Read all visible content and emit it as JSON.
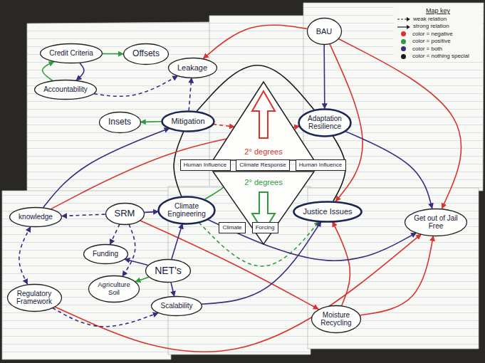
{
  "diagram": {
    "nodes": [
      {
        "text": [
          "Credit Criteria"
        ]
      },
      {
        "text": [
          "Offsets"
        ]
      },
      {
        "text": [
          "Accountability"
        ]
      },
      {
        "text": [
          "Leakage"
        ]
      },
      {
        "text": [
          "BAU"
        ]
      },
      {
        "text": [
          "Insets"
        ]
      },
      {
        "text": [
          "Mitigation"
        ]
      },
      {
        "text": [
          "2° degrees"
        ]
      },
      {
        "text": [
          "Adaptation Resilience"
        ]
      },
      {
        "text": [
          "Human Influence"
        ]
      },
      {
        "text": [
          "Climate Response"
        ]
      },
      {
        "text": [
          "Human Influence"
        ]
      },
      {
        "text": [
          "2° degrees"
        ]
      },
      {
        "text": [
          "Climate Engineering"
        ]
      },
      {
        "text": [
          "Justice Issues"
        ]
      },
      {
        "text": [
          "Climate"
        ]
      },
      {
        "text": [
          "Forcing"
        ]
      },
      {
        "text": [
          "Get out of Jail Free"
        ]
      },
      {
        "text": [
          "knowledge"
        ]
      },
      {
        "text": [
          "SRM"
        ]
      },
      {
        "text": [
          "Funding"
        ]
      },
      {
        "text": [
          "NET's"
        ]
      },
      {
        "text": [
          "Regulatory Framework"
        ]
      },
      {
        "text": [
          "Agriculture Soil"
        ]
      },
      {
        "text": [
          "Scalability"
        ]
      },
      {
        "text": [
          "Moisture Recycling"
        ]
      }
    ],
    "edges": [
      {
        "from": 0,
        "to": 1,
        "arrow": "to"
      },
      {
        "from": 2,
        "to": 0,
        "arrow": "to"
      },
      {
        "from": 0,
        "to": 2,
        "arrow": "to"
      },
      {
        "from": 2,
        "to": 3,
        "arrow": "to"
      },
      {
        "from": 4,
        "to": 3,
        "arrow": "to"
      },
      {
        "from": 4,
        "to": 8,
        "arrow": "to"
      },
      {
        "from": 4,
        "to": 17,
        "arrow": "to"
      },
      {
        "from": 4,
        "to": 14,
        "arrow": "to"
      },
      {
        "from": 6,
        "to": 5,
        "arrow": "to"
      },
      {
        "from": 6,
        "to": 3,
        "arrow": "to"
      },
      {
        "from": 6,
        "to": 7,
        "arrow": "to"
      },
      {
        "from": 6,
        "to": 8,
        "arrow": "none"
      },
      {
        "from": 6,
        "to": 13,
        "arrow": "none"
      },
      {
        "from": 8,
        "to": 14,
        "arrow": "none"
      },
      {
        "from": 13,
        "to": 14,
        "arrow": "to"
      },
      {
        "from": 13,
        "to": 12,
        "arrow": "to"
      },
      {
        "from": 18,
        "to": 8,
        "arrow": "to"
      },
      {
        "from": 22,
        "to": 17,
        "arrow": "to"
      },
      {
        "from": 18,
        "to": 22,
        "arrow": "both"
      },
      {
        "from": 19,
        "to": 18,
        "arrow": "to"
      },
      {
        "from": 19,
        "to": 20,
        "arrow": "to"
      },
      {
        "from": 19,
        "to": 23,
        "arrow": "to"
      },
      {
        "from": 21,
        "to": 20,
        "arrow": "to"
      },
      {
        "from": 21,
        "to": 23,
        "arrow": "to"
      },
      {
        "from": 21,
        "to": 24,
        "arrow": "to"
      },
      {
        "from": 22,
        "to": 24,
        "arrow": "to"
      },
      {
        "from": 19,
        "to": 25,
        "arrow": "to"
      },
      {
        "from": 25,
        "to": 14,
        "arrow": "to"
      },
      {
        "from": 25,
        "to": 17,
        "arrow": "to"
      },
      {
        "from": 13,
        "to": 17,
        "arrow": "to"
      },
      {
        "from": 21,
        "to": 13,
        "arrow": "to"
      },
      {
        "from": 19,
        "to": 13,
        "arrow": "to"
      },
      {
        "from": 24,
        "to": 14,
        "arrow": "to"
      },
      {
        "from": 18,
        "to": 6,
        "arrow": "to"
      },
      {
        "from": 8,
        "to": 17,
        "arrow": "to"
      }
    ],
    "labels": [
      "Map key"
    ],
    "legend": [
      {
        "text": "weak relation"
      },
      {
        "text": "strong relation"
      },
      {
        "text": "color = negative",
        "color": "#d8342c"
      },
      {
        "text": "color = positive",
        "color": "#2f9b3f"
      },
      {
        "text": "color = both",
        "color": "#3b2c7e"
      },
      {
        "text": "color = nothing special",
        "color": "#1b1b1b"
      }
    ]
  }
}
